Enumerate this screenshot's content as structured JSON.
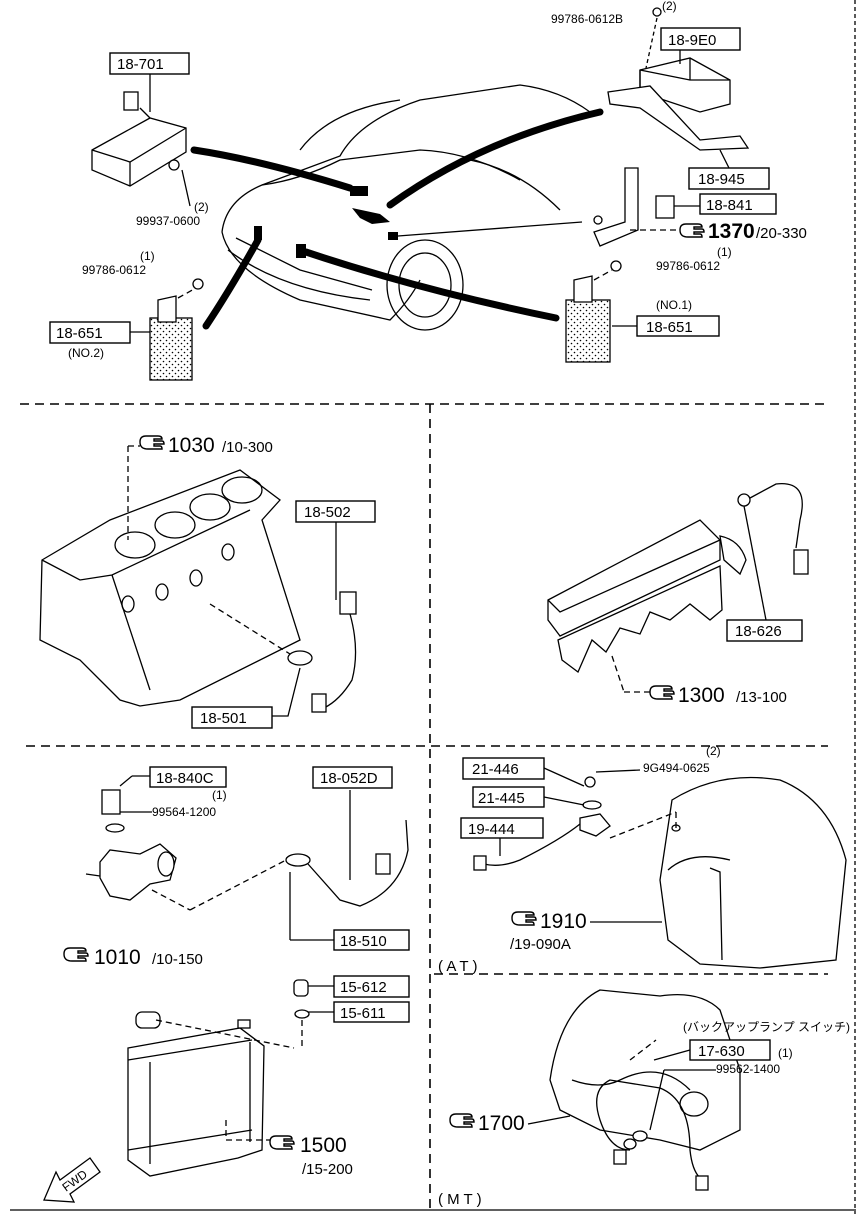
{
  "parts": {
    "p18_701": "18-701",
    "p18_9E0": "18-9E0",
    "p18_945": "18-945",
    "p18_841": "18-841",
    "p18_651_left": "18-651",
    "p18_651_right": "18-651",
    "p18_502": "18-502",
    "p18_501": "18-501",
    "p18_626": "18-626",
    "p18_840C": "18-840C",
    "p18_052D": "18-052D",
    "p18_510": "18-510",
    "p21_446": "21-446",
    "p21_445": "21-445",
    "p19_444": "19-444",
    "p15_612": "15-612",
    "p15_611": "15-611",
    "p17_630": "17-630"
  },
  "hardware": {
    "h99786_0612B": "99786-0612B",
    "h99786_0612B_qty": "(2)",
    "h99937_0600": "99937-0600",
    "h99937_0600_qty": "(2)",
    "h99786_0612_left": "99786-0612",
    "h99786_0612_left_qty": "(1)",
    "h99786_0612_right": "99786-0612",
    "h99786_0612_right_qty": "(1)",
    "h99564_1200": "99564-1200",
    "h99564_1200_qty": "(1)",
    "h9G494_0625": "9G494-0625",
    "h9G494_0625_qty": "(2)",
    "h99562_1400": "99562-1400",
    "h99562_1400_qty": "(1)"
  },
  "notes": {
    "no2": "(NO.2)",
    "no1": "(NO.1)",
    "at": "( A T )",
    "mt": "( M T )",
    "backup_lamp_switch": "(バックアップランプ スイッチ)",
    "fwd": "FWD"
  },
  "refs": {
    "r1370_main": "1370",
    "r1370_sub": "/20-330",
    "r1030_main": "1030",
    "r1030_sub": "/10-300",
    "r1300_main": "1300",
    "r1300_sub": "/13-100",
    "r1010_main": "1010",
    "r1010_sub": "/10-150",
    "r1910_main": "1910",
    "r1910_sub": "/19-090A",
    "r1500_main": "1500",
    "r1500_sub": "/15-200",
    "r1700_main": "1700"
  }
}
